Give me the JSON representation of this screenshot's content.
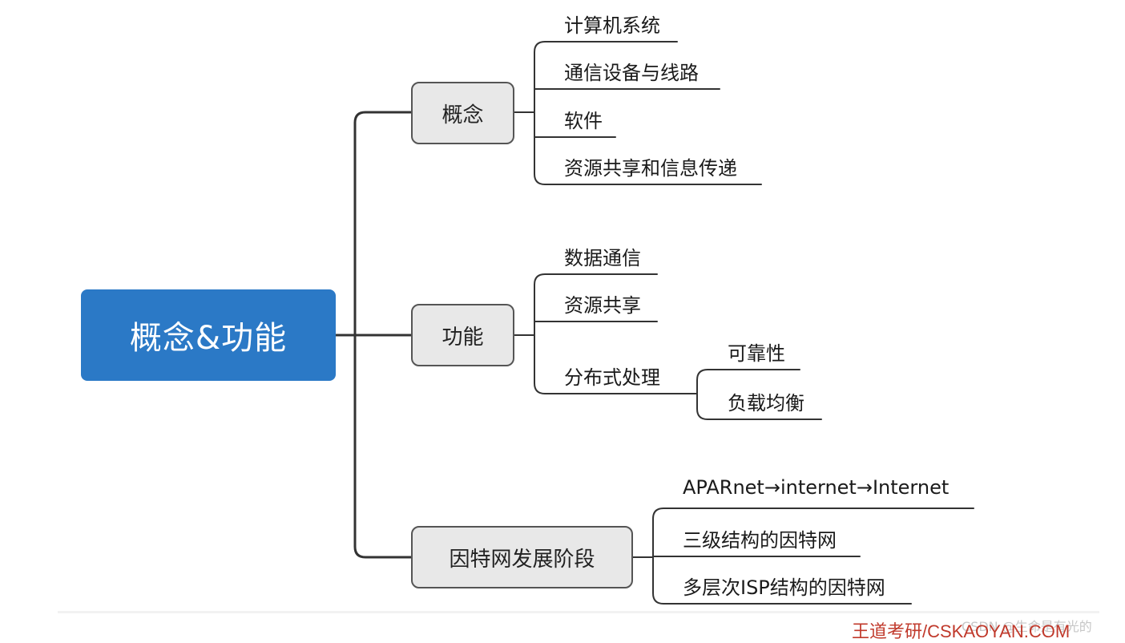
{
  "root": {
    "label": "概念&功能"
  },
  "branches": [
    {
      "label": "概念",
      "children": [
        "计算机系统",
        "通信设备与线路",
        "软件",
        "资源共享和信息传递"
      ]
    },
    {
      "label": "功能",
      "children": [
        "数据通信",
        "资源共享",
        "分布式处理"
      ],
      "sub": {
        "parent": "分布式处理",
        "children": [
          "可靠性",
          "负载均衡"
        ]
      }
    },
    {
      "label": "因特网发展阶段",
      "children": [
        "APARnet→internet→Internet",
        "三级结构的因特网",
        "多层次ISP结构的因特网"
      ]
    }
  ],
  "watermarks": {
    "csdn": "CSDN @生命是有光的",
    "wangdao": "王道考研/CSKAOYAN.COM"
  },
  "colors": {
    "root_fill": "#2b79c6",
    "node_fill": "#e8e8e8",
    "line": "#333333",
    "watermark_red": "#c0392b"
  }
}
